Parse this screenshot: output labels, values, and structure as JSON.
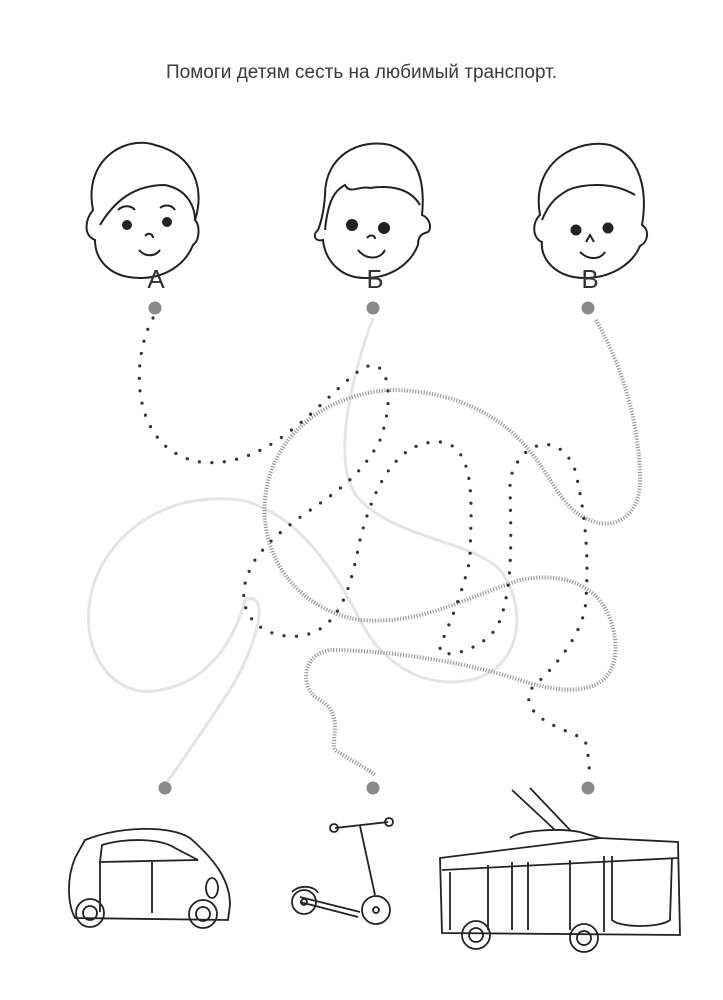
{
  "title": "Помоги детям сесть на любимый транспорт.",
  "children": [
    {
      "letter": "А",
      "icon": "boy-face-icon"
    },
    {
      "letter": "Б",
      "icon": "boy-face-shaggy-icon"
    },
    {
      "letter": "В",
      "icon": "boy-face-icon"
    }
  ],
  "vehicles": [
    {
      "name": "car",
      "icon": "car-icon"
    },
    {
      "name": "scooter",
      "icon": "scooter-icon"
    },
    {
      "name": "trolleybus",
      "icon": "trolleybus-icon"
    }
  ],
  "paths": [
    {
      "from": "А",
      "to": "trolleybus",
      "style": "dotted"
    },
    {
      "from": "Б",
      "to": "car",
      "style": "light-solid"
    },
    {
      "from": "В",
      "to": "scooter",
      "style": "hatched"
    }
  ],
  "colors": {
    "dot": "#8a8a8a",
    "line": "#222222",
    "light": "#e2e2e2",
    "hatch": "#9a9a9a"
  }
}
